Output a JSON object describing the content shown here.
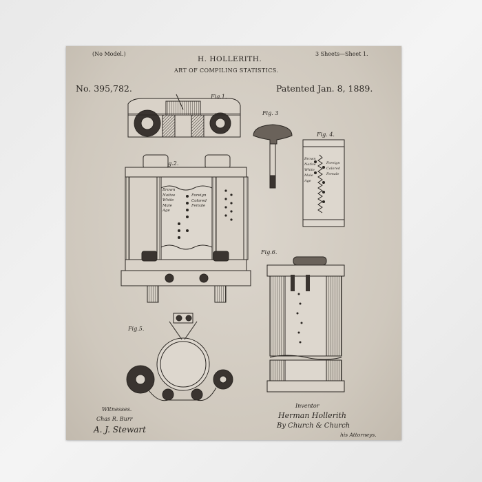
{
  "header": {
    "no_model": "(No Model.)",
    "inventor_name": "H. HOLLERITH.",
    "sheets": "3 Sheets—Sheet 1.",
    "patent_title": "ART OF COMPILING STATISTICS.",
    "patent_number": "No. 395,782.",
    "patent_date": "Patented Jan. 8, 1889."
  },
  "figures": {
    "fig1": "Fig.1.",
    "fig2": "Fig.2.",
    "fig3": "Fig. 3",
    "fig4": "Fig. 4.",
    "fig5": "Fig.5.",
    "fig6": "Fig.6."
  },
  "card_labels": {
    "fig2": [
      "Brown",
      "Native",
      "White",
      "Male",
      "Age",
      "Foreign",
      "Colored",
      "Female"
    ],
    "fig4": [
      "Brown",
      "Native",
      "White",
      "Male",
      "Age",
      "Foreign",
      "Colored",
      "Female"
    ]
  },
  "footer": {
    "witnesses_label": "Witnesses.",
    "witness_1": "Chas R. Burr",
    "witness_2": "A. J. Stewart",
    "inventor_label": "Inventor",
    "inventor_signature": "Herman Hollerith",
    "attorneys_line": "By Church & Church",
    "attorneys_label": "his Attorneys."
  },
  "colors": {
    "paper": "#d6cfc5",
    "ink": "#2a2622",
    "background": "#efefef"
  }
}
